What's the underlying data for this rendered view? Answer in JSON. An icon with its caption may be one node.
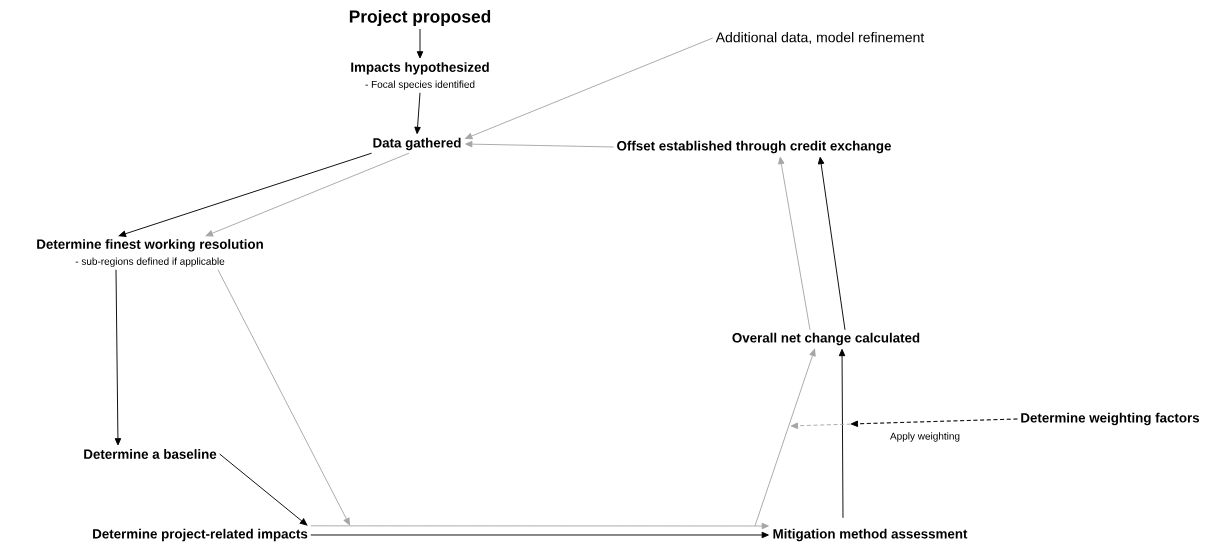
{
  "diagram": {
    "nodes": [
      {
        "text": [
          "Project proposed"
        ]
      },
      {
        "text": [
          "Impacts hypothesized",
          "- Focal species identified"
        ]
      },
      {
        "text": [
          "Data gathered"
        ]
      },
      {
        "text": [
          "Additional data, model refinement"
        ]
      },
      {
        "text": [
          "Offset established through credit exchange"
        ]
      },
      {
        "text": [
          "Determine finest working resolution",
          "- sub-regions defined if applicable"
        ]
      },
      {
        "text": [
          "Determine a baseline"
        ]
      },
      {
        "text": [
          "Determine project-related impacts"
        ]
      },
      {
        "text": [
          "Mitigation method assessment"
        ]
      },
      {
        "text": [
          "Overall net change calculated"
        ]
      },
      {
        "text": [
          "Determine weighting factors"
        ]
      }
    ],
    "edges": [
      {
        "from": 0,
        "to": 1,
        "arrow": "to"
      },
      {
        "from": 1,
        "to": 2,
        "arrow": "to"
      },
      {
        "from": 3,
        "to": 2,
        "arrow": "to",
        "color": "#a6a6a6"
      },
      {
        "from": 4,
        "to": 2,
        "arrow": "to",
        "color": "#a6a6a6"
      },
      {
        "from": 2,
        "to": 5,
        "arrow": "to"
      },
      {
        "from": 2,
        "to": 5,
        "arrow": "to",
        "color": "#a6a6a6"
      },
      {
        "from": 5,
        "to": 6,
        "arrow": "to"
      },
      {
        "from": 5,
        "to": 7,
        "arrow": "to",
        "color": "#a6a6a6"
      },
      {
        "from": 6,
        "to": 7,
        "arrow": "to"
      },
      {
        "from": 7,
        "to": 8,
        "arrow": "to"
      },
      {
        "from": 7,
        "to": 8,
        "arrow": "to",
        "color": "#a6a6a6"
      },
      {
        "from": 8,
        "to": 9,
        "arrow": "to",
        "color": "#a6a6a6"
      },
      {
        "from": 8,
        "to": 9,
        "arrow": "to"
      },
      {
        "from": 9,
        "to": 4,
        "arrow": "to",
        "color": "#a6a6a6"
      },
      {
        "from": 9,
        "to": 4,
        "arrow": "to"
      },
      {
        "from": 10,
        "to": null,
        "arrow": "to",
        "style": "dashed",
        "color": "#a6a6a6"
      },
      {
        "from": 10,
        "to": null,
        "arrow": "to",
        "style": "dashed",
        "label": "Apply weighting"
      }
    ]
  }
}
